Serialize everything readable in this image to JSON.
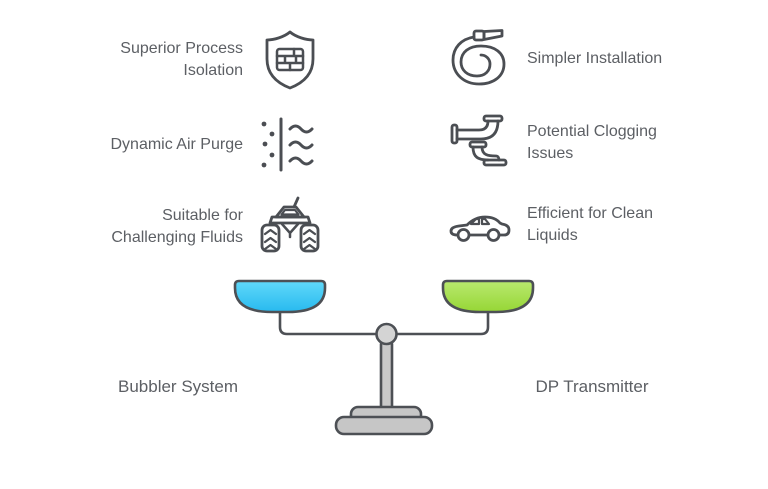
{
  "comparison": {
    "left_side": {
      "label": "Bubbler System",
      "pan_color_top": "#60d8f9",
      "pan_color_bottom": "#28baef",
      "features": [
        {
          "label": "Superior Process Isolation",
          "icon": "shield-brick-icon"
        },
        {
          "label": "Dynamic Air Purge",
          "icon": "air-purge-icon"
        },
        {
          "label": "Suitable for Challenging Fluids",
          "icon": "monster-truck-icon"
        }
      ]
    },
    "right_side": {
      "label": "DP Transmitter",
      "pan_color_top": "#b9e96f",
      "pan_color_bottom": "#96d635",
      "features": [
        {
          "label": "Simpler Installation",
          "icon": "hose-icon"
        },
        {
          "label": "Potential Clogging Issues",
          "icon": "pipe-icon"
        },
        {
          "label": "Efficient for Clean Liquids",
          "icon": "car-icon"
        }
      ]
    },
    "scale": {
      "stand_color": "#c9c9c9",
      "base_color": "#c6c6c6",
      "pivot_color": "#d4d4d4",
      "outline_color": "#4d5055"
    },
    "text_color": "#5c5f64",
    "background_color": "#ffffff"
  }
}
